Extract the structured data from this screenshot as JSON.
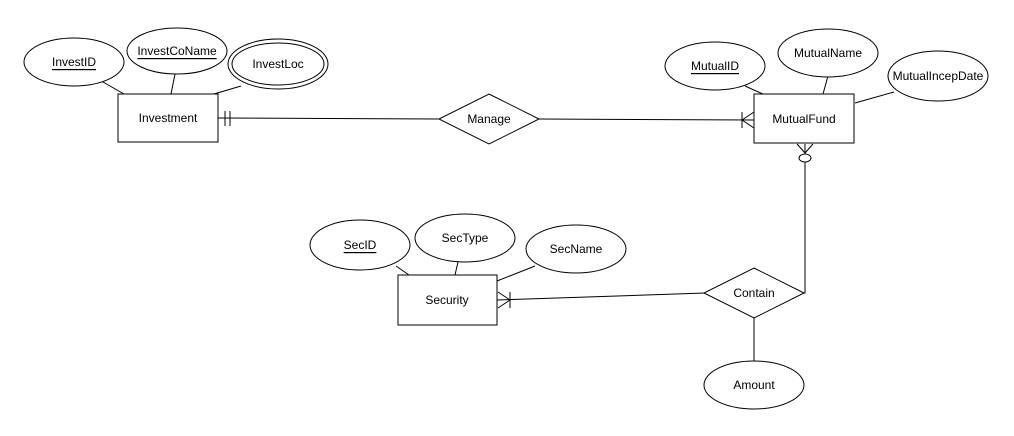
{
  "entities": {
    "investment": "Investment",
    "mutualfund": "MutualFund",
    "security": "Security"
  },
  "relationships": {
    "manage": "Manage",
    "contain": "Contain"
  },
  "attributes": {
    "investid": "InvestID",
    "investconame": "InvestCoName",
    "investloc": "InvestLoc",
    "mutualid": "MutualID",
    "mutualname": "MutualName",
    "mutualincepdate": "MutualIncepDate",
    "secid": "SecID",
    "sectype": "SecType",
    "secname": "SecName",
    "amount": "Amount"
  }
}
